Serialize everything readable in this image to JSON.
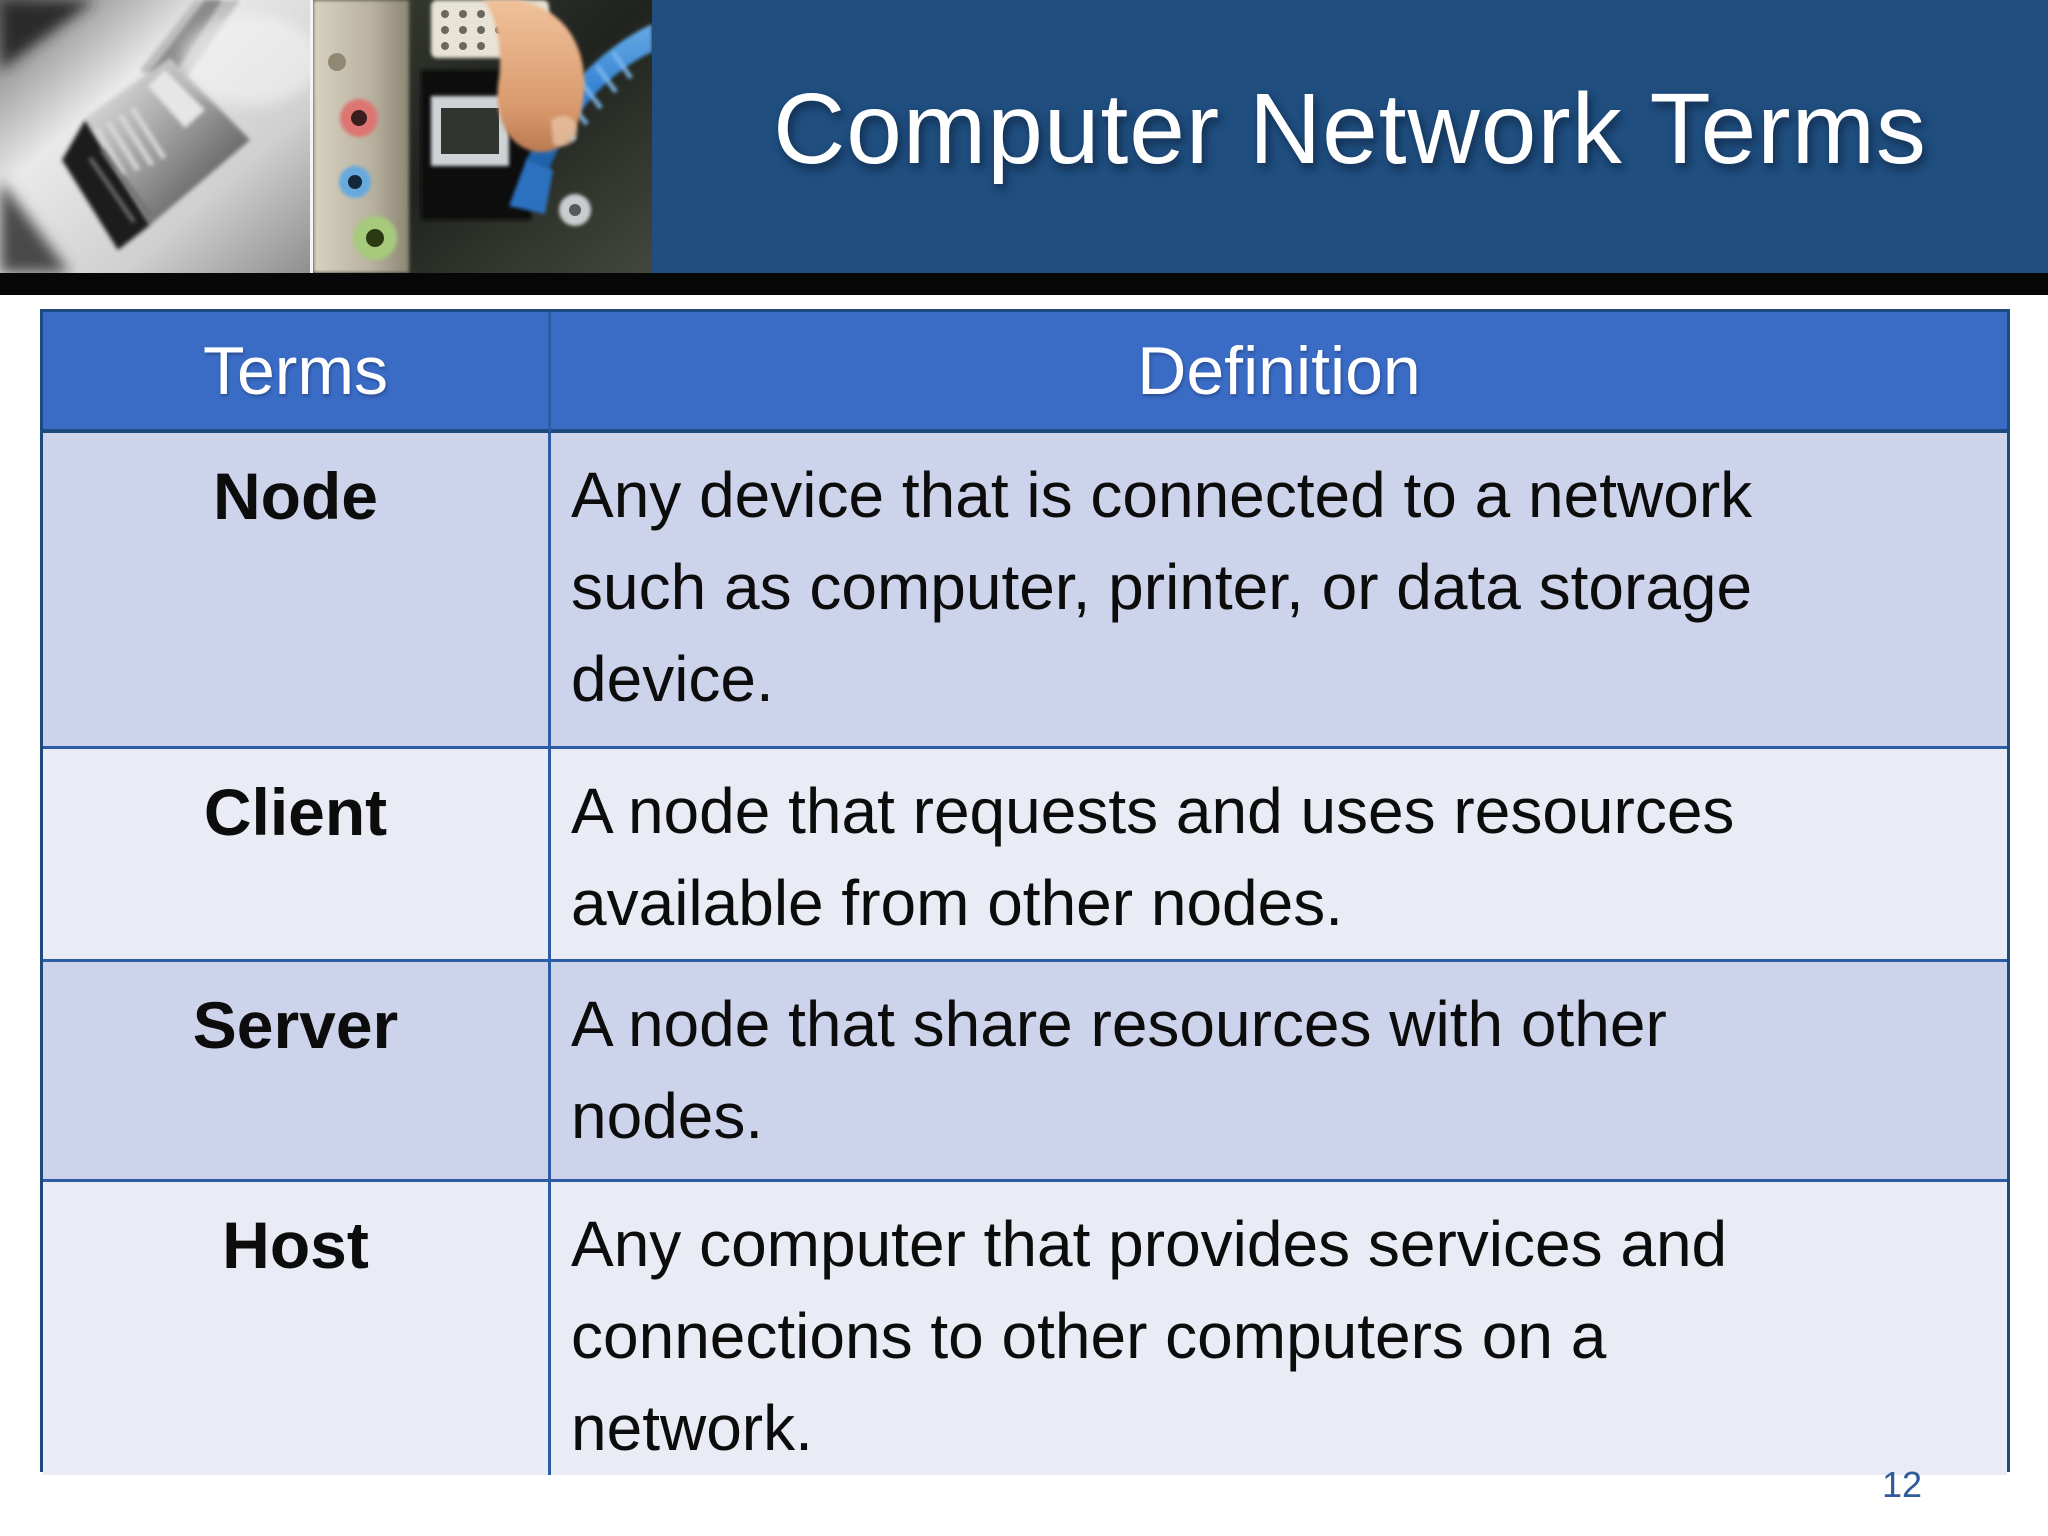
{
  "slide": {
    "title": "Computer Network Terms",
    "page_number": "12"
  },
  "header_images": [
    {
      "name": "rj45-plug-photo",
      "description": "grayscale close-up of an ethernet RJ45 plug"
    },
    {
      "name": "network-ports-photo",
      "description": "finger plugging blue ethernet cable into computer rear ports"
    }
  ],
  "table": {
    "columns": [
      "Terms",
      "Definition"
    ],
    "rows": [
      {
        "term": "Node",
        "definition": "Any device that is connected to a network\nsuch as computer, printer, or data storage\ndevice."
      },
      {
        "term": "Client",
        "definition": "A node that requests and uses resources\navailable from other nodes."
      },
      {
        "term": "Server",
        "definition": "A node that share resources with other\nnodes."
      },
      {
        "term": "Host",
        "definition": "Any computer that provides services and\nconnections to other computers on a\nnetwork."
      }
    ]
  },
  "colors": {
    "band-blue": "#1f4e7f",
    "header-blue": "#3a6cc6",
    "border-dark": "#1e4b7f",
    "border-inner": "#2d5ca6",
    "row-odd": "#ccd3ea",
    "row-even": "#e9ebf5",
    "page-num": "#2f5b9d",
    "text-dark": "#0c0c0c"
  }
}
